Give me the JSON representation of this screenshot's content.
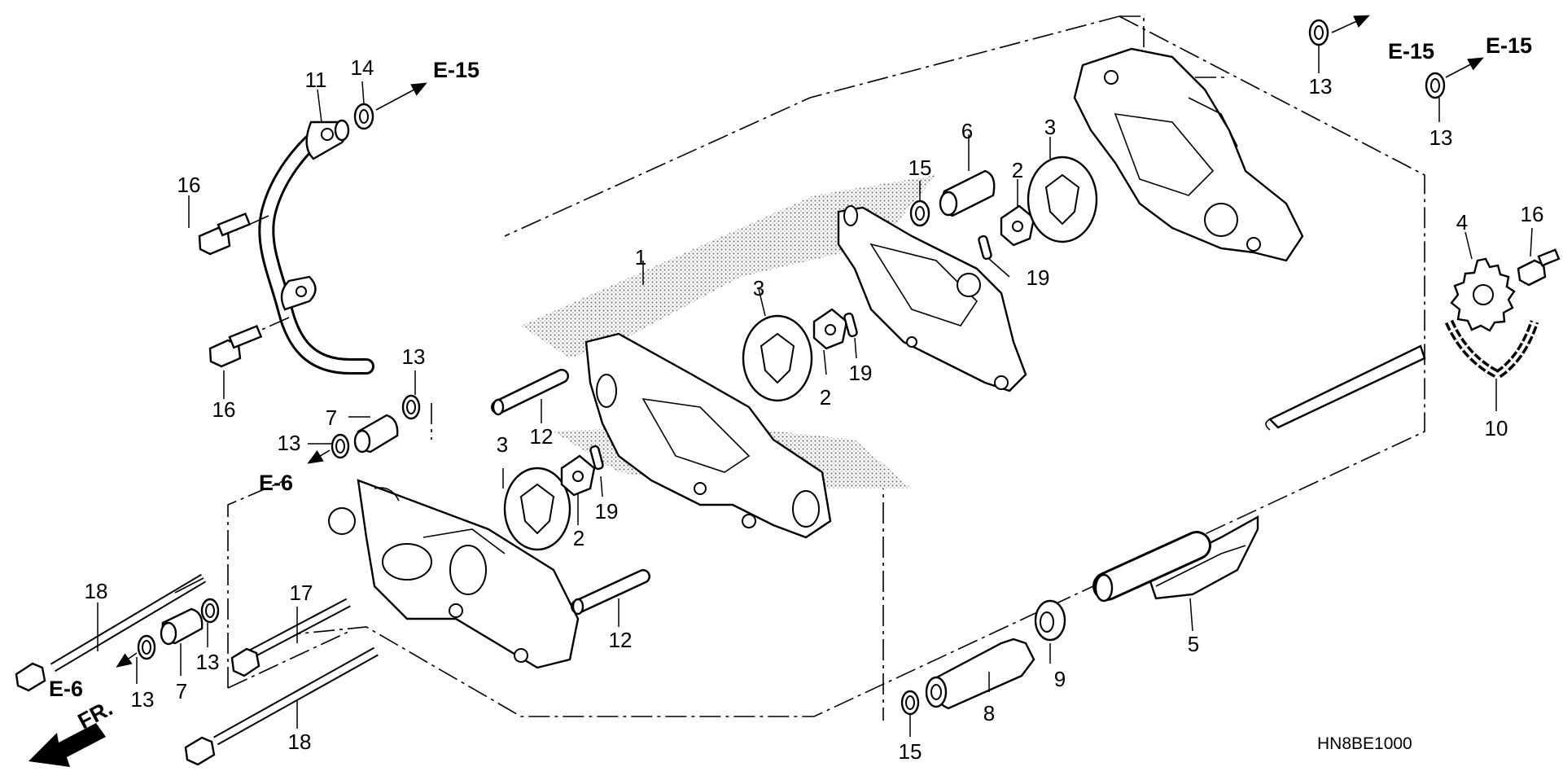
{
  "diagram": {
    "code": "HN8BE1000",
    "front_label": "FR.",
    "refs": {
      "e15_a": "E-15",
      "e15_b": "E-15",
      "e15_c": "E-15",
      "e6_a": "E-6",
      "e6_b": "E-6"
    },
    "labels": {
      "p1": "1",
      "p2a": "2",
      "p2b": "2",
      "p2c": "2",
      "p3a": "3",
      "p3b": "3",
      "p3c": "3",
      "p4": "4",
      "p5": "5",
      "p6": "6",
      "p7a": "7",
      "p7b": "7",
      "p8": "8",
      "p9": "9",
      "p10": "10",
      "p11": "11",
      "p12a": "12",
      "p12b": "12",
      "p13a": "13",
      "p13b": "13",
      "p13c": "13",
      "p13d": "13",
      "p13e": "13",
      "p13f": "13",
      "p14": "14",
      "p15a": "15",
      "p15b": "15",
      "p16a": "16",
      "p16b": "16",
      "p16c": "16",
      "p17": "17",
      "p18a": "18",
      "p18b": "18",
      "p19a": "19",
      "p19b": "19",
      "p19c": "19"
    }
  }
}
